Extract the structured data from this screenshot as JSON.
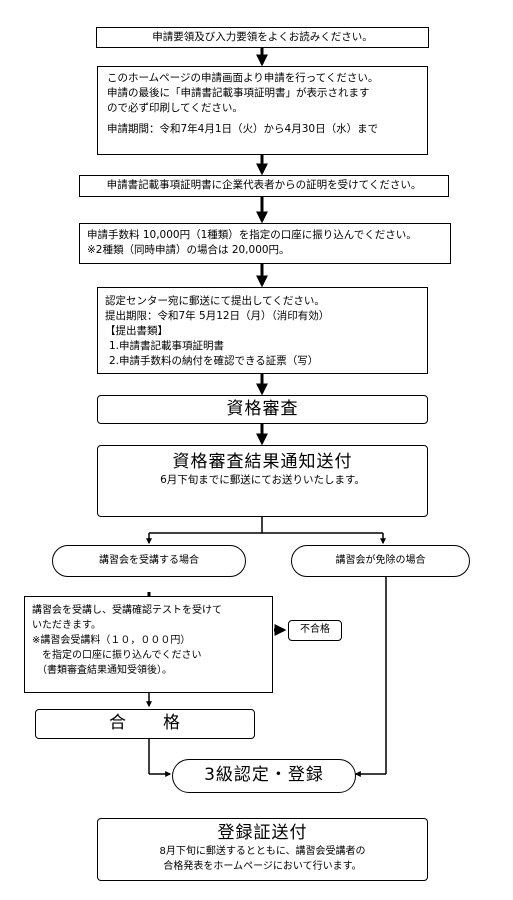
{
  "steps": {
    "read_guidelines": "申請要領及び入力要領をよくお読みください。",
    "apply_online": {
      "lines": [
        "このホームページの申請画面より申請を行ってください。",
        "申請の最後に「申請書記載事項証明書」が表示されます",
        "ので必ず印刷してください。"
      ],
      "period": "申請期間：令和7年4月1日（火）から4月30日（水）まで"
    },
    "certify": "申請書記載事項証明書に企業代表者からの証明を受けてください。",
    "fee": {
      "lines": [
        "申請手数料 10,000円（1種類）を指定の口座に振り込んでください。",
        "※2種類（同時申請）の場合は 20,000円。"
      ]
    },
    "mail_submit": {
      "lines": [
        "認定センター宛に郵送にて提出してください。",
        "提出期限：令和7年 5月12日（月）（消印有効）",
        "【提出書類】",
        "1.申請書記載事項証明書",
        "2.申請手数料の納付を確認できる証票（写）"
      ]
    },
    "review": "資格審査",
    "result_notice": {
      "title": "資格審査結果通知送付",
      "sub": "6月下旬までに郵送にてお送りいたします。"
    },
    "branch_attend": "講習会を受講する場合",
    "branch_exempt": "講習会が免除の場合",
    "lecture": {
      "lines": [
        "講習会を受講し、受講確認テストを受けて",
        "いただきます。",
        "※講習会受講料（１０，０００円）",
        "　を指定の口座に振り込んでください",
        "　（書類審査結果通知受領後）。"
      ]
    },
    "fail": "不合格",
    "pass": "合　　格",
    "certify_register": "3級認定・登録",
    "registration_cert": {
      "title": "登録証送付",
      "lines": [
        "8月下旬に郵送するとともに、講習会受講者の",
        "合格発表をホームページにおいて行います。"
      ]
    }
  }
}
